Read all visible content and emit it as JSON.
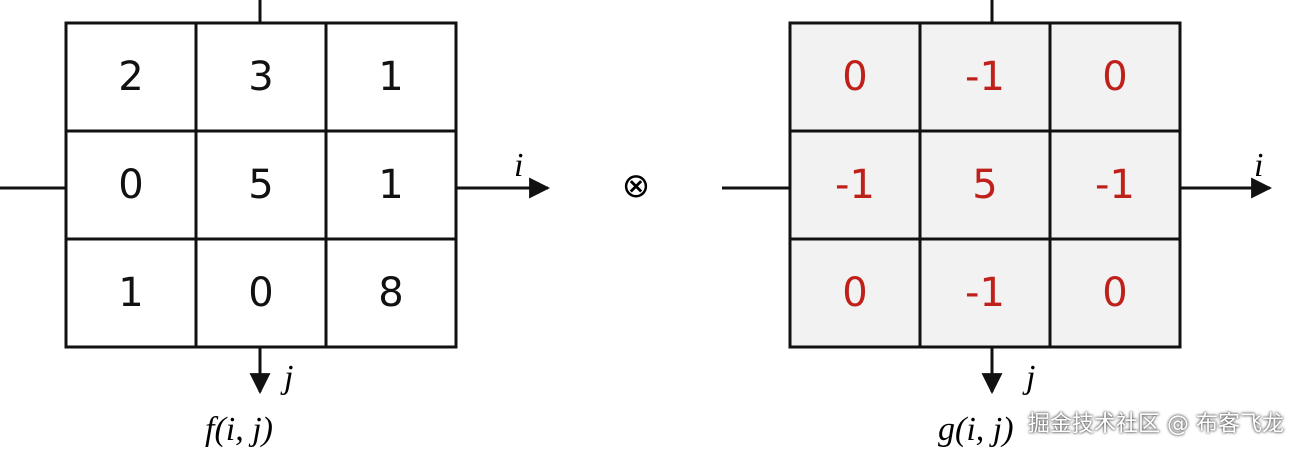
{
  "matrix_f": {
    "cells": [
      [
        "2",
        "3",
        "1"
      ],
      [
        "0",
        "5",
        "1"
      ],
      [
        "1",
        "0",
        "8"
      ]
    ],
    "label": "f(i, j)",
    "axis_i": "i",
    "axis_j": "j",
    "text_color": "#111111",
    "fill_color": "#ffffff"
  },
  "operator": "⊗",
  "matrix_g": {
    "cells": [
      [
        "0",
        "-1",
        "0"
      ],
      [
        "-1",
        "5",
        "-1"
      ],
      [
        "0",
        "-1",
        "0"
      ]
    ],
    "label": "g(i, j)",
    "axis_i": "i",
    "axis_j": "j",
    "text_color": "#c0201a",
    "fill_color": "#f2f2f2"
  },
  "watermark": "掘金技术社区 @ 布客飞龙"
}
